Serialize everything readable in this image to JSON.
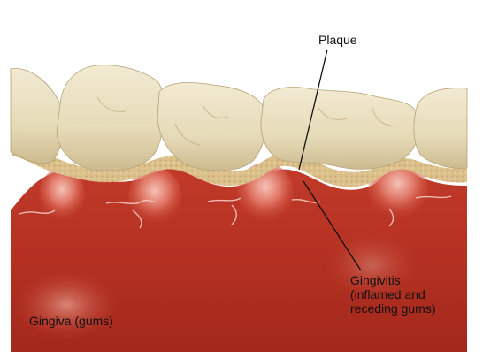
{
  "labels": {
    "plaque": "Plaque",
    "gingivitis_line1": "Gingivitis",
    "gingivitis_line2": "(inflamed and",
    "gingivitis_line3": "receding gums)",
    "gingiva": "Gingiva (gums)"
  },
  "colors": {
    "gum_dark": "#a52a1e",
    "gum_mid": "#c8412e",
    "gum_light": "#e88a7a",
    "tooth": "#ebe2c4",
    "tooth_shadow": "#b9a57c",
    "plaque": "#d9bd86",
    "leader_line": "#111111"
  }
}
